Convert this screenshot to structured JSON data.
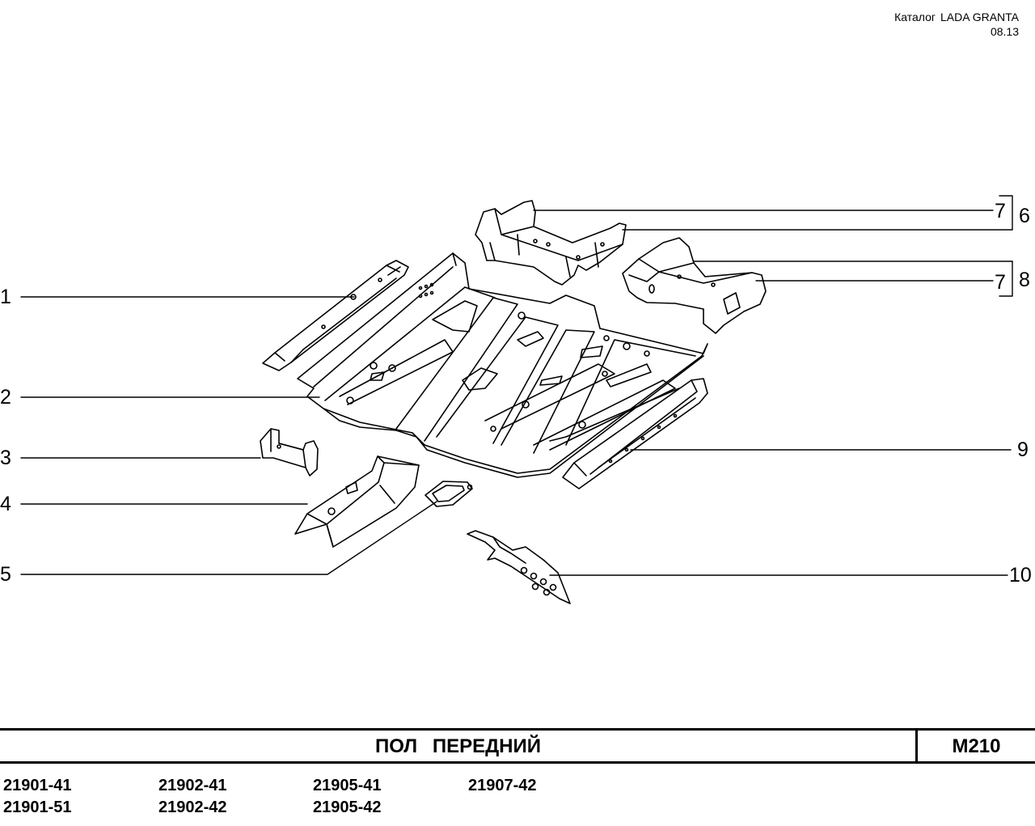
{
  "header": {
    "catalog_label": "Каталог",
    "catalog_name": "LADA GRANTA",
    "date": "08.13"
  },
  "callouts": {
    "c1": "1",
    "c2": "2",
    "c3": "3",
    "c4": "4",
    "c5": "5",
    "c7a": "7",
    "c6": "6",
    "c7b": "7",
    "c8": "8",
    "c9": "9",
    "c10": "10"
  },
  "title": {
    "text": "ПОЛ ПЕРЕДНИЙ",
    "code": "M210"
  },
  "models": {
    "row1": [
      "21901-41",
      "21902-41",
      "21905-41",
      "21907-42"
    ],
    "row2": [
      "21901-51",
      "21902-42",
      "21905-42"
    ]
  }
}
